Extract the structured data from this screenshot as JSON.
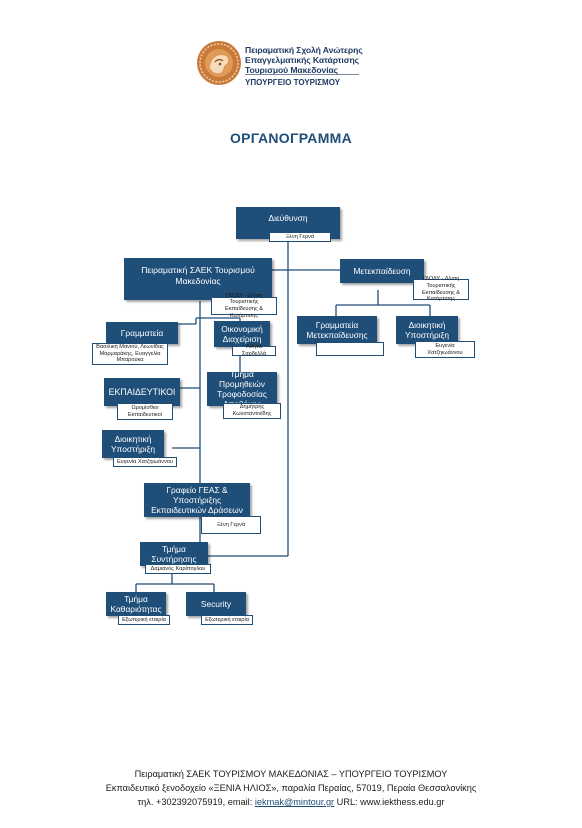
{
  "header": {
    "org_lines": [
      "Πειραματική Σχολή Ανώτερης",
      "Επαγγελματικής Κατάρτισης",
      "Τουρισμού Μακεδονίας"
    ],
    "ministry": "ΥΠΟΥΡΓΕΙΟ ΤΟΥΡΙΣΜΟΥ",
    "logo_icon": "greek-coin-seal-icon"
  },
  "title": "ΟΡΓΑΝΟΓΡΑΜΜΑ",
  "org_chart": {
    "director": {
      "title": "Διεύθυνση",
      "person": "Ξένη Γερνά"
    },
    "saek": {
      "title": "Πειραματική ΣΑΕΚ Τουρισμού Μακεδονίας",
      "supervisor": "ΓΔΟΔΥ - Δ/νση Τουριστικής Εκπαίδευσης & Κατάρτισης"
    },
    "postgrad": {
      "title": "Μετεκπαίδευση",
      "supervisor": "ΓΔΟΔΥ - Δ/νση Τουριστικής Εκπαίδευσης & Κατάρτισης"
    },
    "secretariat": {
      "title": "Γραμματεία",
      "people": "Βασιλική Μανιού, Λεωνίδας Μαρμαράκης, Ευαγγελία Μπαρούκα"
    },
    "finance": {
      "title": "Οικονομική Διαχείριση",
      "person": "Αθηνά Σαρδελλά"
    },
    "procurement": {
      "title": "Τμήμα Προμηθειών Τροφοδοσίας",
      "subtitle": "Αποθήκης",
      "person": "Δημήτρης Κωνσταντινίδης"
    },
    "teachers": {
      "title": "ΕΚΠΑΙΔΕΥΤΙΚΟΙ",
      "note": "Ωρομίσθιοι Εκπαιδευτικοί"
    },
    "admin_support": {
      "title": "Διοικητική Υποστήριξη",
      "person": "Ευγενία Χατζηιωάννου"
    },
    "gea_office": {
      "title": "Γραφείο ΓΕΑΣ & Υποστήριξης Εκπαιδευτικών Δράσεων",
      "person": "Ξένη Γερνά"
    },
    "maintenance": {
      "title": "Τμήμα Συντήρησης",
      "person": "Δαμιανός Καρίπογλου"
    },
    "cleaning": {
      "title": "Τμήμα Καθαριότητας",
      "note": "Εξωτερική εταιρία"
    },
    "security": {
      "title": "Security",
      "note": "Εξωτερική εταιρία"
    },
    "postgrad_secretariat": {
      "title": "Γραμματεία Μετεκπαίδευσης",
      "person": ""
    },
    "postgrad_admin_support": {
      "title": "Διοικητική Υποστήριξη",
      "person": "Ευγενία Χατζηιωάννου"
    }
  },
  "footer": {
    "line1": "Πειραματική ΣΑΕΚ ΤΟΥΡΙΣΜΟΥ ΜΑΚΕΔΟΝΙΑΣ – ΥΠΟΥΡΓΕΙΟ ΤΟΥΡΙΣΜΟΥ",
    "line2": "Εκπαιδευτικό ξενοδοχείο «ΞΕΝΙΑ ΗΛΙΟΣ», παραλία Περαίας, 57019, Περαία Θεσσαλονίκης",
    "phone_prefix": "τηλ. +302392075919, email: ",
    "email": "iekmak@mintour.gr",
    "url_prefix": " URL: ",
    "url": "www.iekthess.edu.gr"
  },
  "colors": {
    "box": "#1f4e79",
    "title": "#1f4e79",
    "line": "#1f4e79"
  }
}
